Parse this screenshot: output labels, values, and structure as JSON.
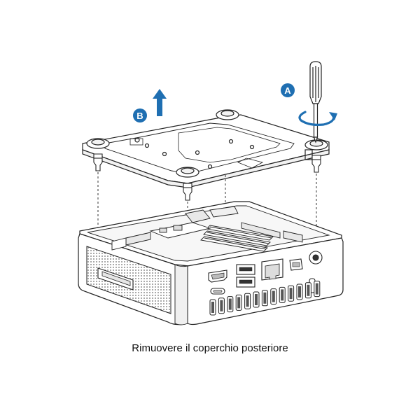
{
  "caption": "Rimuovere il coperchio posteriore",
  "steps": [
    {
      "label": "A",
      "icon": "screwdriver-rotate-icon"
    },
    {
      "label": "B",
      "icon": "lift-arrow-icon"
    }
  ],
  "colors": {
    "accent": "#1f6fb2",
    "line": "#222222",
    "vent": "#6e6e6e"
  }
}
